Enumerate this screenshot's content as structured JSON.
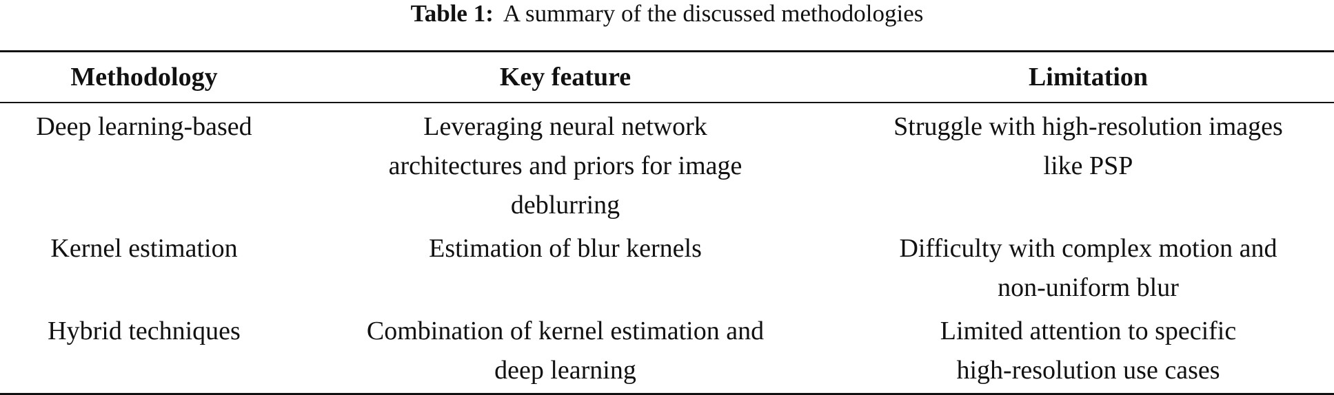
{
  "caption": {
    "label": "Table 1:",
    "text": "A summary of the discussed methodologies"
  },
  "table": {
    "headers": [
      "Methodology",
      "Key feature",
      "Limitation"
    ],
    "rows": [
      {
        "methodology": "Deep learning-based",
        "key_feature_lines": [
          "Leveraging neural network",
          "architectures and priors for image",
          "deblurring"
        ],
        "limitation_lines": [
          "Struggle with high-resolution images",
          "like PSP"
        ]
      },
      {
        "methodology": "Kernel estimation",
        "key_feature_lines": [
          "Estimation of blur kernels"
        ],
        "limitation_lines": [
          "Difficulty with complex motion and",
          "non-uniform blur"
        ]
      },
      {
        "methodology": "Hybrid techniques",
        "key_feature_lines": [
          "Combination of kernel estimation and",
          "deep learning"
        ],
        "limitation_lines": [
          "Limited attention to specific",
          "high-resolution use cases"
        ]
      }
    ]
  }
}
